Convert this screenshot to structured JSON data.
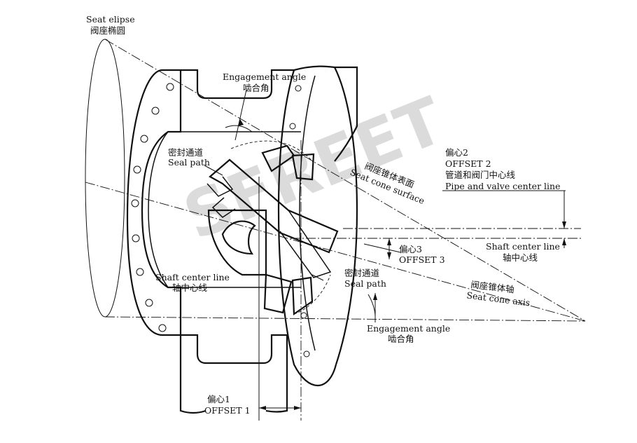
{
  "watermark": "SFREET",
  "labels": {
    "seat_ellipse_en": "Seat elipse",
    "seat_ellipse_cn": "阀座椭圆",
    "engagement_top_en": "Engagement angle",
    "engagement_top_cn": "啮合角",
    "seal_path_left_cn": "密封通道",
    "seal_path_left_en": "Seal path",
    "seat_cone_surface_cn": "阀座锥体表面",
    "seat_cone_surface_en": "Seat cone surface",
    "offset2_cn": "偏心2",
    "offset2_en": "OFFSET 2",
    "pipe_center_cn": "管道和阀门中心线",
    "pipe_center_en": "Pipe and valve center line",
    "shaft_right_en": "Shaft center line",
    "shaft_right_cn": "轴中心线",
    "offset3_cn": "偏心3",
    "offset3_en": "OFFSET 3",
    "seal_path_right_cn": "密封通道",
    "seal_path_right_en": "Seal path",
    "seat_cone_axis_cn": "阀座锥体轴",
    "seat_cone_axis_en": "Seat cone axis",
    "shaft_left_en": "Shaft center line",
    "shaft_left_cn": "轴中心线",
    "engagement_bottom_en": "Engagement angle",
    "engagement_bottom_cn": "啮合角",
    "offset1_cn": "偏心1",
    "offset1_en": "OFFSET 1"
  }
}
